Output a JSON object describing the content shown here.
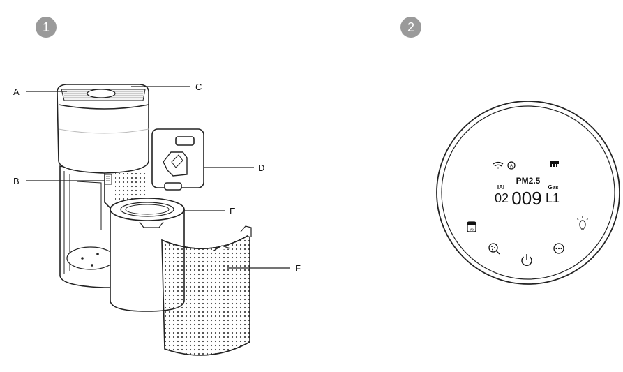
{
  "steps": [
    "1",
    "2"
  ],
  "callouts": {
    "a": "A",
    "b": "B",
    "c": "C",
    "d": "D",
    "e": "E",
    "f": "F"
  },
  "panel": {
    "pm_label": "PM2.5",
    "iai_label": "IAI",
    "iai_value": "02",
    "pm_value": "009",
    "gas_label": "Gas",
    "gas_value": "L1",
    "icons": [
      "wifi-icon",
      "auto-mode-icon",
      "child-lock-icon",
      "filter-reset-icon",
      "light-icon",
      "sensor-icon",
      "power-icon",
      "fan-speed-icon"
    ]
  }
}
